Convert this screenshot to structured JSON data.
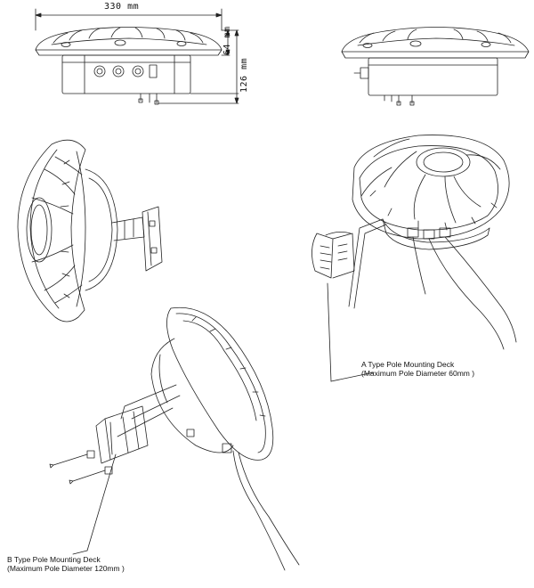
{
  "dimensions": {
    "width": "330 mm",
    "height_body": "64 mm",
    "height_total": "126 mm"
  },
  "callouts": {
    "a_title": "A Type Pole Mounting Deck",
    "a_note": "(Maximum Pole Diameter 60mm )",
    "b_title": "B Type Pole Mounting Deck",
    "b_note": "(Maximum Pole Diameter 120mm )"
  },
  "colors": {
    "line": "#222222",
    "background": "#ffffff"
  }
}
